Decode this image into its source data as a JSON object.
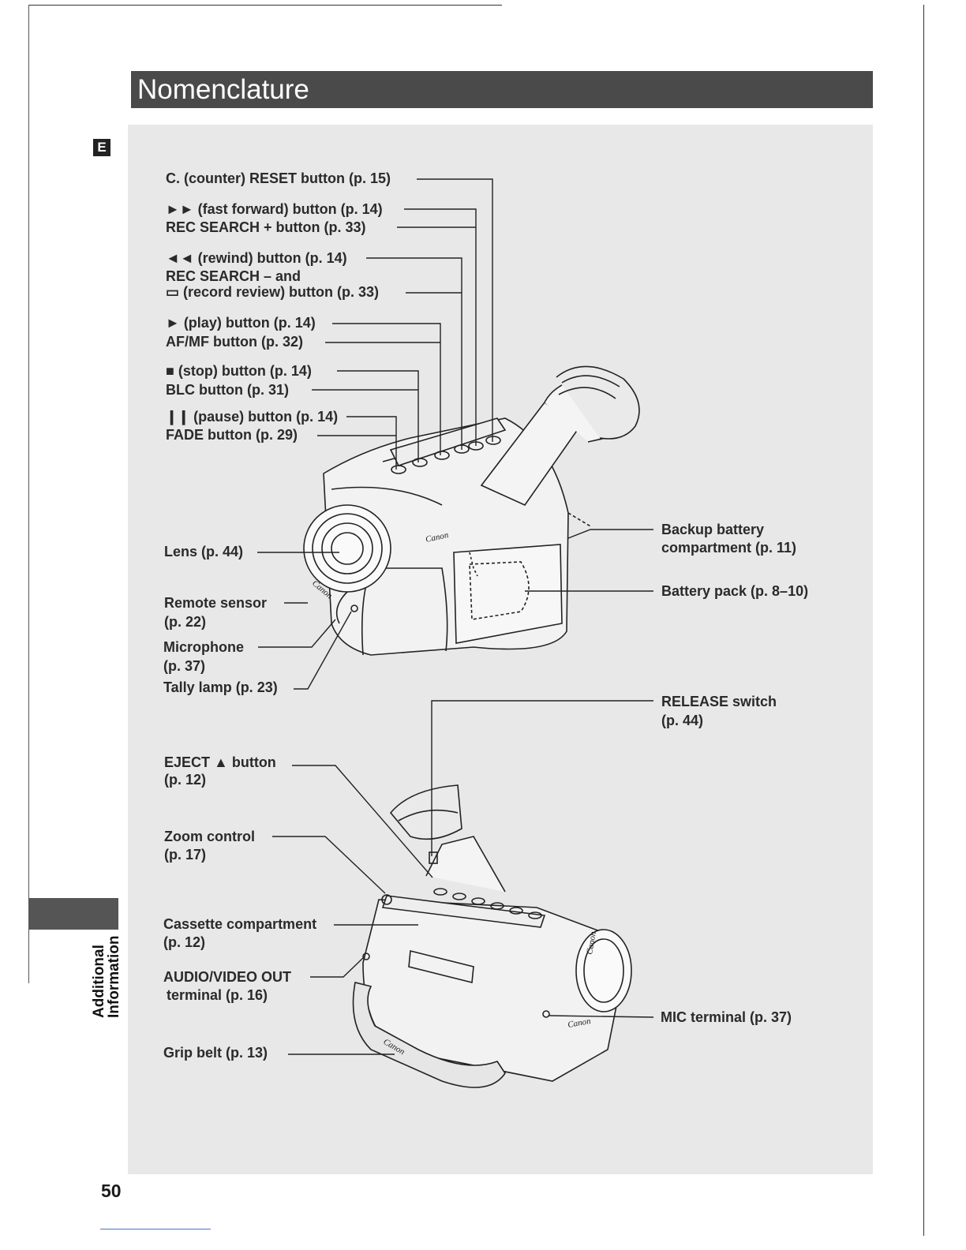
{
  "header": {
    "title": "Nomenclature",
    "language_badge": "E"
  },
  "side_tab": {
    "label_line1": "Additional",
    "label_line2": "Information"
  },
  "page_number": "50",
  "labels": {
    "counter_reset": "C. (counter) RESET button (p. 15)",
    "fast_forward": "►► (fast forward) button (p. 14)",
    "rec_search_plus": "REC SEARCH + button  (p. 33)",
    "rewind": "◄◄ (rewind) button (p. 14)",
    "rec_search_minus": "REC SEARCH – and",
    "record_review": "▭ (record review) button (p. 33)",
    "play": "► (play) button (p. 14)",
    "af_mf": "AF/MF button (p. 32)",
    "stop": "■ (stop) button (p. 14)",
    "blc": "BLC button (p. 31)",
    "pause": "❙❙ (pause) button (p. 14)",
    "fade": "FADE button (p. 29)",
    "lens": "Lens (p. 44)",
    "remote_sensor_1": "Remote sensor",
    "remote_sensor_2": "(p. 22)",
    "microphone_1": "Microphone",
    "microphone_2": "(p. 37)",
    "tally_lamp": "Tally lamp (p. 23)",
    "backup_battery_1": "Backup battery",
    "backup_battery_2": "compartment (p. 11)",
    "battery_pack": "Battery pack (p. 8–10)",
    "release_1": "RELEASE switch",
    "release_2": "(p. 44)",
    "eject_1": "EJECT ▲ button",
    "eject_2": "(p. 12)",
    "zoom_1": "Zoom control",
    "zoom_2": "(p. 17)",
    "cassette_1": "Cassette compartment",
    "cassette_2": "(p. 12)",
    "av_out_1": "AUDIO/VIDEO OUT",
    "av_out_2": "terminal (p. 16)",
    "mic_terminal": "MIC terminal (p. 37)",
    "grip_belt": "Grip belt (p. 13)"
  },
  "brand_marks": {
    "logo_a": "Canon",
    "logo_b": "Canon",
    "logo_c": "Canon",
    "logo_d": "Canon",
    "logo_e": "Canon"
  }
}
